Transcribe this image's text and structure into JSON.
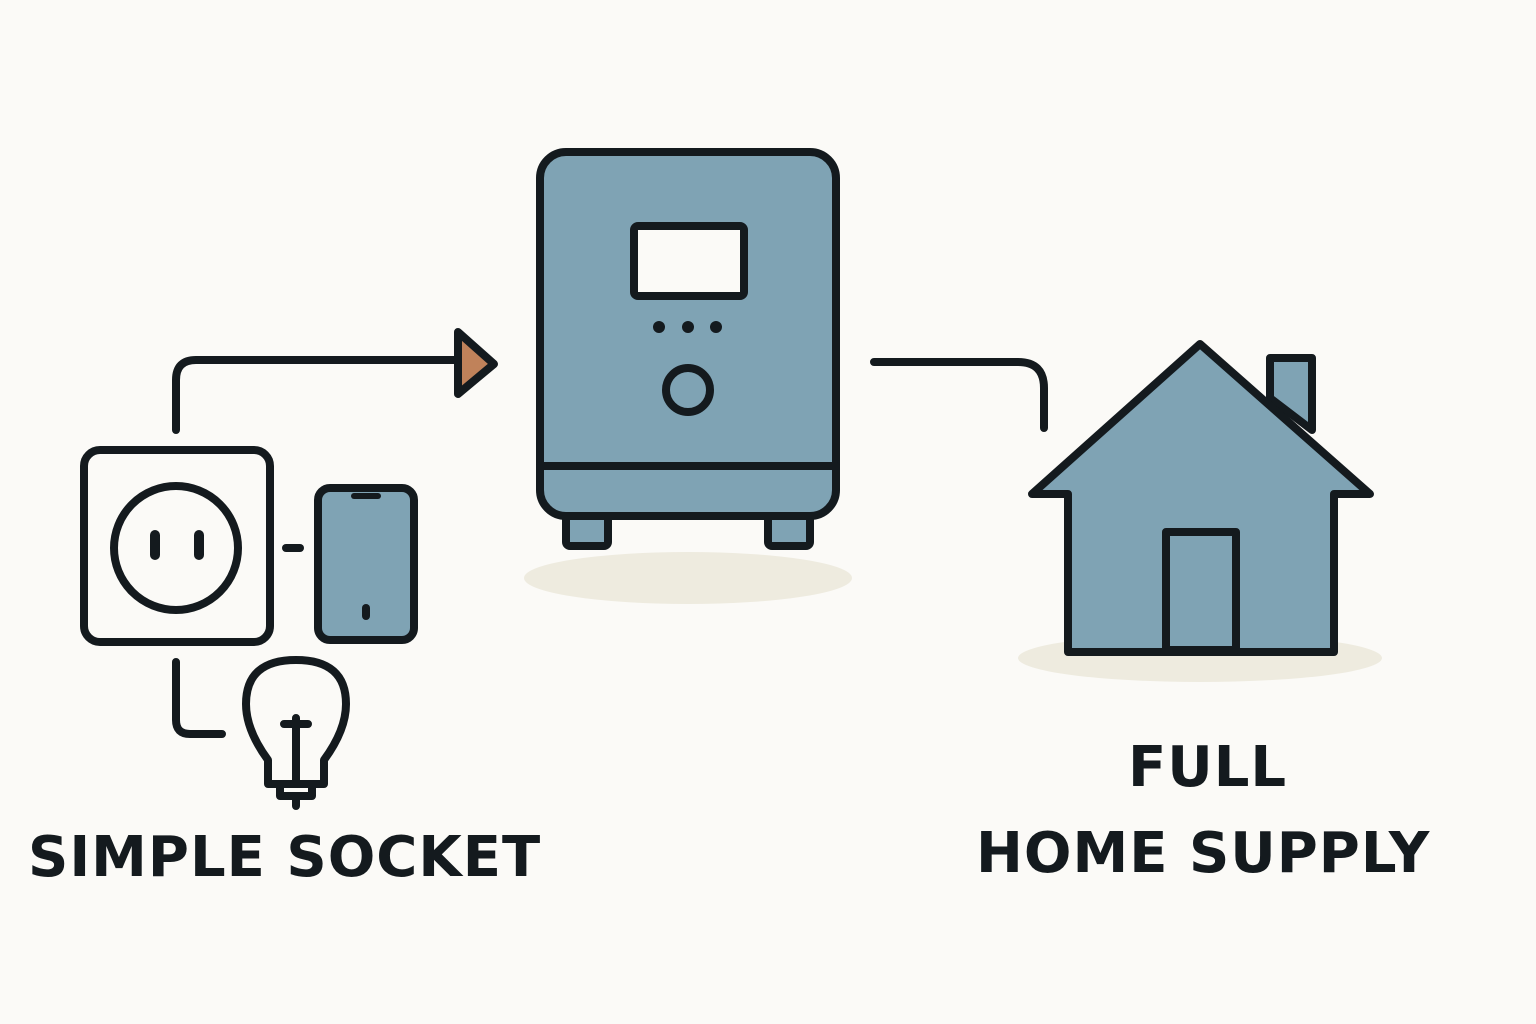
{
  "labels": {
    "left": "SIMPLE SOCKET",
    "right_line1": "FULL",
    "right_line2": "HOME SUPPLY"
  },
  "colors": {
    "background": "#fbfaf7",
    "fill": "#7fa3b4",
    "stroke": "#141a1e",
    "arrow": "#c0825a",
    "shadow": "#eeebdf"
  }
}
